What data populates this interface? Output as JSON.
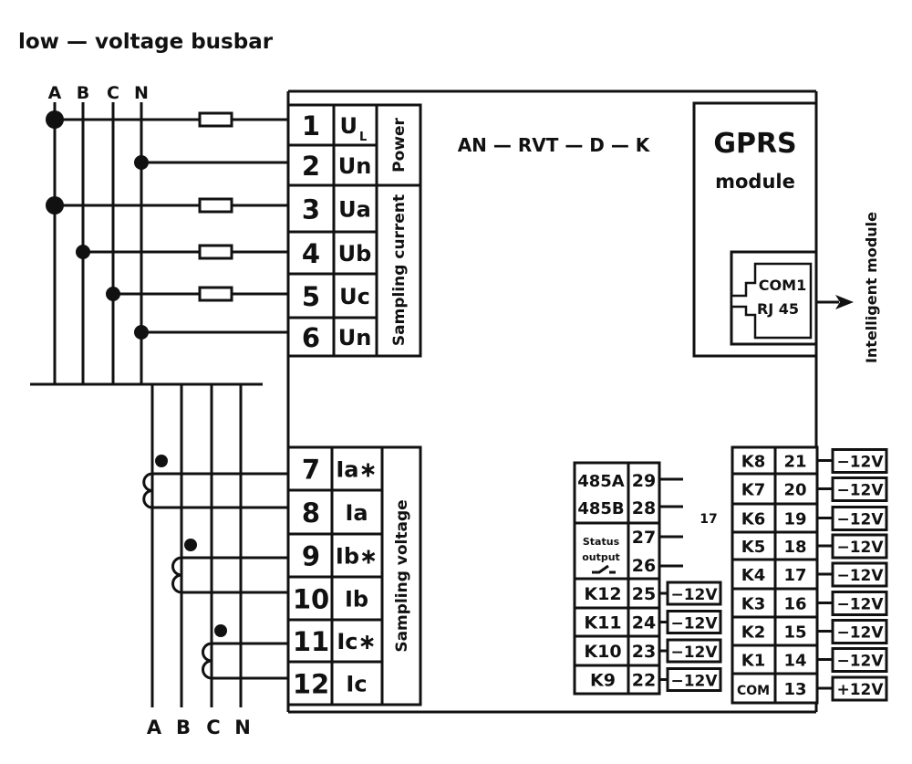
{
  "title": "low — voltage busbar",
  "model": "AN — RVT — D — K",
  "bus_labels_top": [
    "A",
    "B",
    "C",
    "N"
  ],
  "bus_labels_bottom": [
    "A",
    "B",
    "C",
    "N"
  ],
  "power_block": {
    "rows": [
      {
        "num": "1",
        "label": "U",
        "sub": "L"
      },
      {
        "num": "2",
        "label": "Un"
      },
      {
        "num": "3",
        "label": "Ua"
      },
      {
        "num": "4",
        "label": "Ub"
      },
      {
        "num": "5",
        "label": "Uc"
      },
      {
        "num": "6",
        "label": "Un"
      }
    ],
    "group_power": "Power",
    "group_sampling": "Sampling current"
  },
  "current_block": {
    "rows": [
      {
        "num": "7",
        "label": "Ia∗"
      },
      {
        "num": "8",
        "label": "Ia"
      },
      {
        "num": "9",
        "label": "Ib∗"
      },
      {
        "num": "10",
        "label": "Ib"
      },
      {
        "num": "11",
        "label": "Ic∗"
      },
      {
        "num": "12",
        "label": "Ic"
      }
    ],
    "group_label": "Sampling voltage"
  },
  "gprs": {
    "title": "GPRS",
    "subtitle": "module",
    "port_line1": "COM1",
    "port_line2": "RJ 45",
    "port_fill": "#bdbdbd"
  },
  "intelligent_module": "Intelligent module",
  "comm_block": {
    "rs485": [
      {
        "label": "485A",
        "num": "29"
      },
      {
        "label": "485B",
        "num": "28"
      }
    ],
    "status_label_1": "Status",
    "status_label_2": "output",
    "status_nums": [
      "27",
      "26"
    ],
    "relays": [
      {
        "label": "K12",
        "num": "25",
        "supply": "−12V"
      },
      {
        "label": "K11",
        "num": "24",
        "supply": "−12V"
      },
      {
        "label": "K10",
        "num": "23",
        "supply": "−12V"
      },
      {
        "label": "K9",
        "num": "22",
        "supply": "−12V"
      }
    ]
  },
  "relay_block": {
    "rows": [
      {
        "label": "K8",
        "num": "21",
        "supply": "−12V"
      },
      {
        "label": "K7",
        "num": "20",
        "supply": "−12V"
      },
      {
        "label": "K6",
        "num": "19",
        "supply": "−12V"
      },
      {
        "label": "K5",
        "num": "18",
        "supply": "−12V"
      },
      {
        "label": "K4",
        "num": "17",
        "supply": "−12V"
      },
      {
        "label": "K3",
        "num": "16",
        "supply": "−12V"
      },
      {
        "label": "K2",
        "num": "15",
        "supply": "−12V"
      },
      {
        "label": "K1",
        "num": "14",
        "supply": "−12V"
      },
      {
        "label": "COM",
        "num": "13",
        "supply": "+12V"
      }
    ],
    "stray_text": "17"
  }
}
